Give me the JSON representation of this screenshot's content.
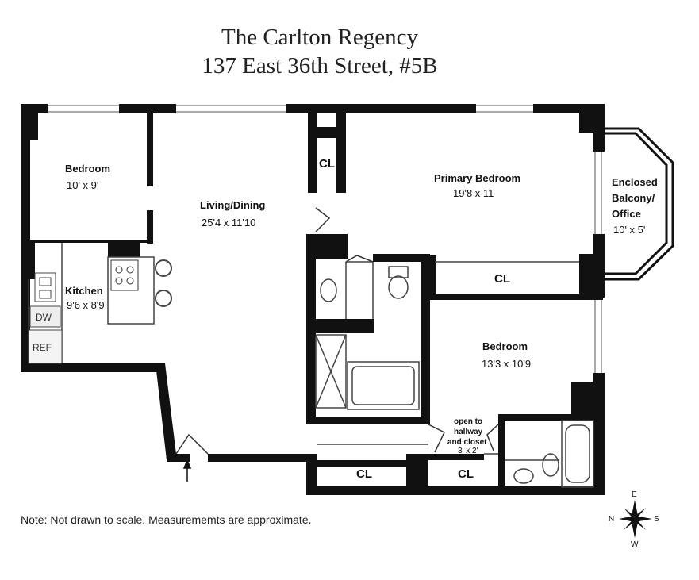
{
  "title": {
    "building": "The Carlton Regency",
    "address": "137 East 36th Street, #5B"
  },
  "rooms": {
    "bedroom_left": {
      "name": "Bedroom",
      "size": "10' x 9'"
    },
    "living": {
      "name": "Living/Dining",
      "size": "25'4 x 11'10"
    },
    "primary": {
      "name": "Primary Bedroom",
      "size": "19'8 x 11"
    },
    "balcony": {
      "line1": "Enclosed",
      "line2": "Balcony/",
      "line3": "Office",
      "size": "10' x 5'"
    },
    "kitchen": {
      "name": "Kitchen",
      "size": "9'6 x 8'9"
    },
    "bedroom_right": {
      "name": "Bedroom",
      "size": "13'3  x 10'9"
    },
    "hallway": {
      "line1": "open to",
      "line2": "hallway",
      "line3": "and closet",
      "size": "3' x 2'"
    }
  },
  "closets": {
    "label": "CL"
  },
  "appliances": {
    "dishwasher": "DW",
    "refrigerator": "REF"
  },
  "note": "Note: Not drawn to scale. Measurememts are approximate.",
  "compass": {
    "north": "N",
    "south": "S",
    "east": "E",
    "west": "W"
  }
}
